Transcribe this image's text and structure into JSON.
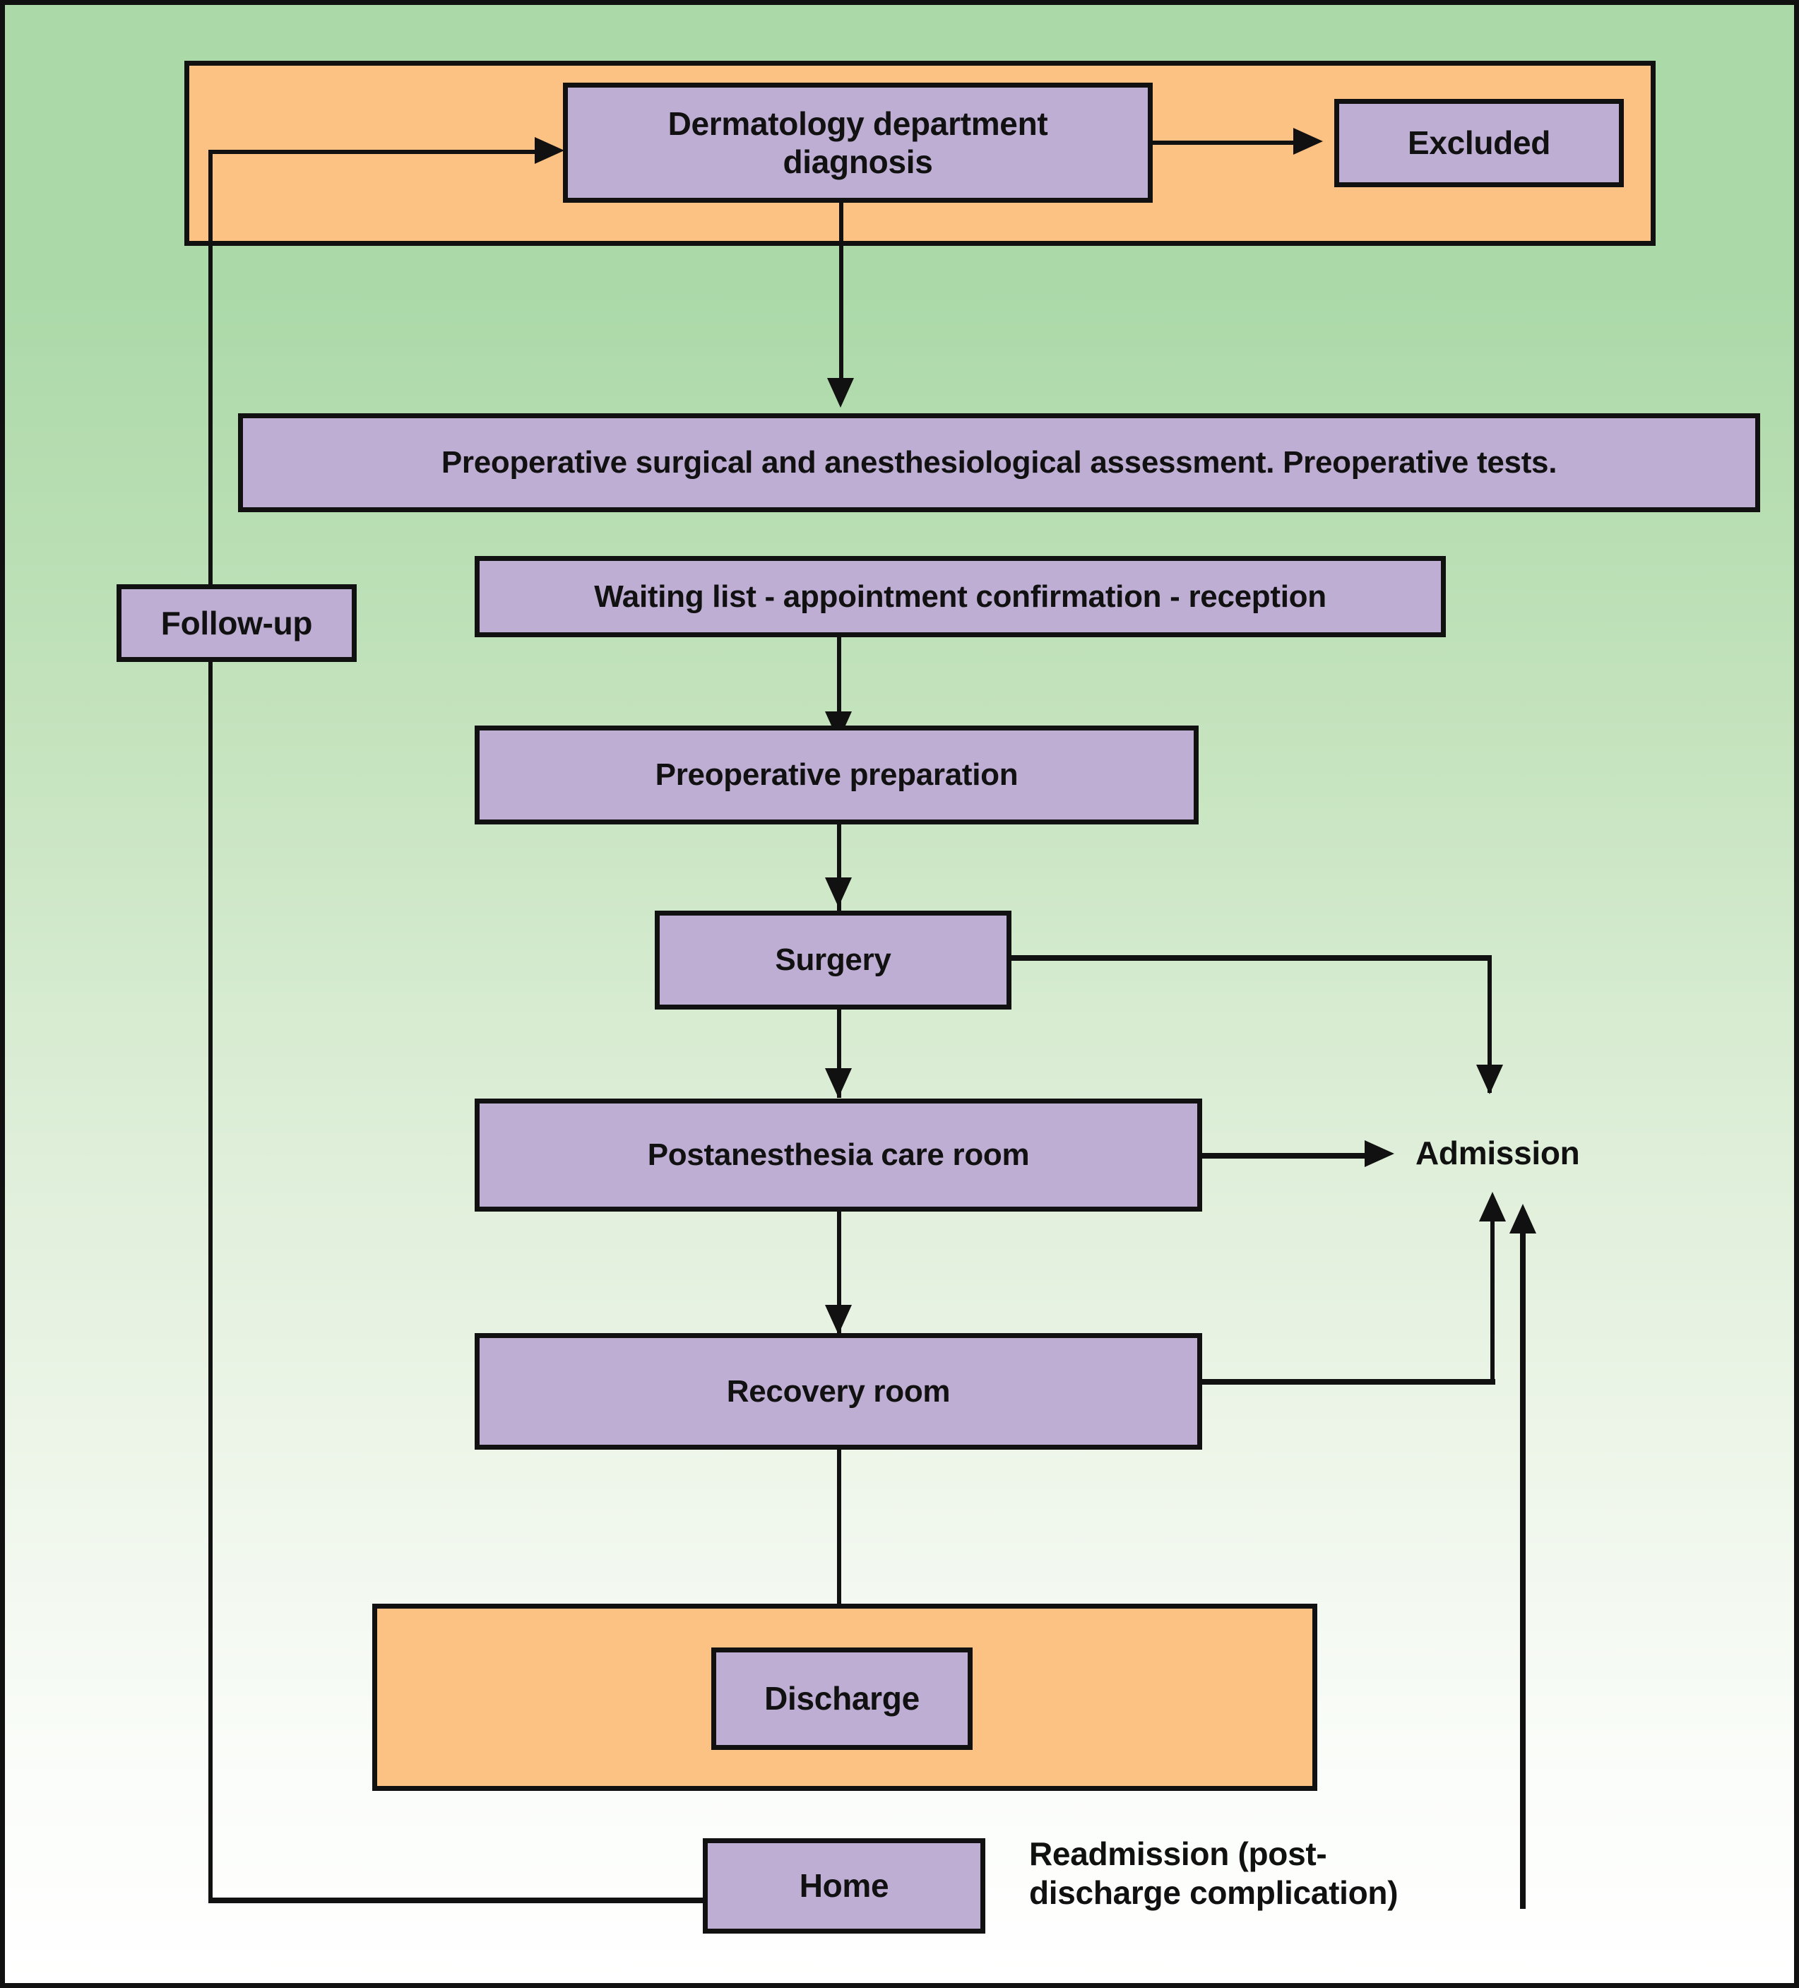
{
  "diagram": {
    "title": "Ambulatory dermatologic surgery patient pathway flowchart",
    "colors": {
      "background_top": "#abd9a8",
      "background_bottom": "#ffffff",
      "node_fill": "#bfaed4",
      "band_fill": "#fbc283",
      "stroke": "#111111"
    },
    "bands": [
      {
        "name": "outpatient-consultation-band"
      },
      {
        "name": "discharge-band"
      }
    ],
    "nodes": {
      "dermatology_diagnosis": "Dermatology department diagnosis",
      "dermatology_diagnosis_line1": "Dermatology department",
      "dermatology_diagnosis_line2": "diagnosis",
      "excluded": "Excluded",
      "preoperative_assessment": "Preoperative surgical and anesthesiological assessment. Preoperative tests.",
      "follow_up": "Follow-up",
      "waiting_list": "Waiting list - appointment confirmation - reception",
      "preoperative_preparation": "Preoperative preparation",
      "surgery": "Surgery",
      "postanesthesia_care_room": "Postanesthesia care room",
      "recovery_room": "Recovery room",
      "discharge": "Discharge",
      "home": "Home"
    },
    "labels": {
      "admission": "Admission",
      "readmission_line1": "Readmission (post-",
      "readmission_line2": "discharge complication)"
    },
    "edges": [
      {
        "from": "follow-up-loop",
        "to": "dermatology_diagnosis",
        "style": "arrow-right"
      },
      {
        "from": "dermatology_diagnosis",
        "to": "excluded",
        "style": "arrow-right"
      },
      {
        "from": "dermatology_diagnosis",
        "to": "preoperative_assessment",
        "style": "arrow-down"
      },
      {
        "from": "waiting_list",
        "to": "preoperative_preparation",
        "style": "arrow-down"
      },
      {
        "from": "preoperative_preparation",
        "to": "surgery",
        "style": "arrow-down"
      },
      {
        "from": "surgery",
        "to": "admission",
        "style": "arrow-down-elbow"
      },
      {
        "from": "surgery",
        "to": "postanesthesia_care_room",
        "style": "arrow-down"
      },
      {
        "from": "postanesthesia_care_room",
        "to": "admission",
        "style": "arrow-right"
      },
      {
        "from": "postanesthesia_care_room",
        "to": "recovery_room",
        "style": "arrow-down"
      },
      {
        "from": "recovery_room",
        "to": "admission",
        "style": "arrow-up-elbow"
      },
      {
        "from": "recovery_room",
        "to": "discharge",
        "style": "arrow-down"
      },
      {
        "from": "home",
        "to": "follow_up",
        "style": "elbow-left-up"
      },
      {
        "from": "readmission",
        "to": "admission",
        "style": "arrow-up"
      }
    ]
  }
}
